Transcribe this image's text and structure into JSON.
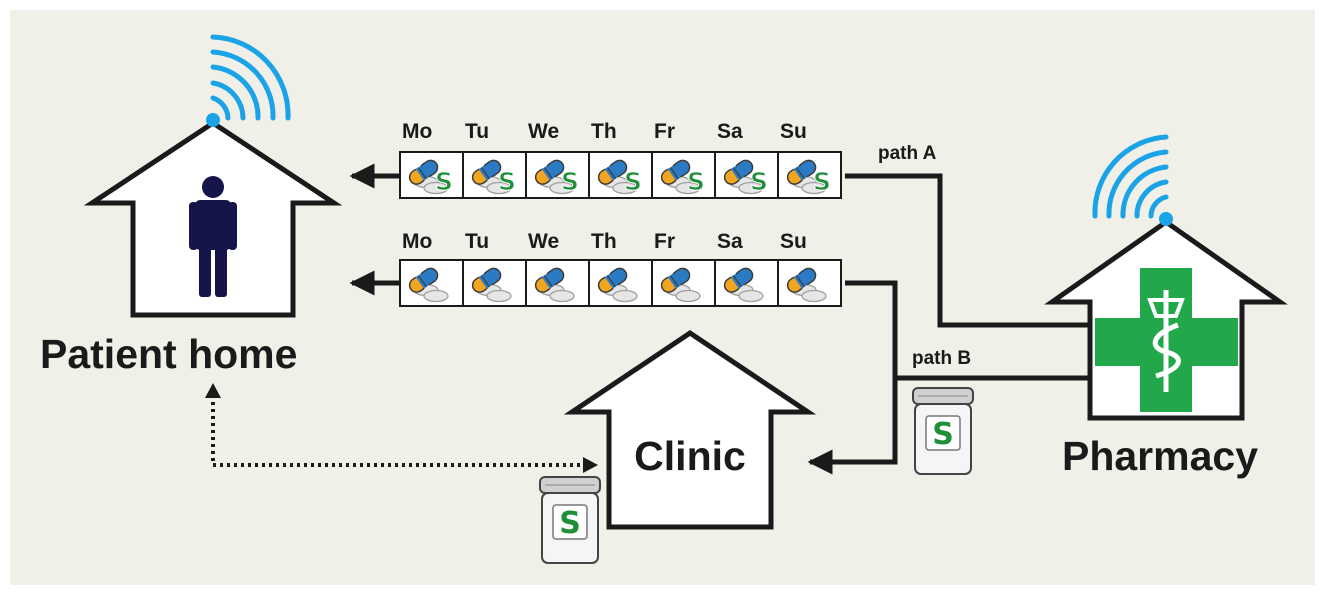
{
  "labels": {
    "patient_home": "Patient home",
    "clinic": "Clinic",
    "pharmacy": "Pharmacy",
    "path_a": "path A",
    "path_b": "path B",
    "supplement_mark": "S"
  },
  "weekdays": [
    "Mo",
    "Tu",
    "We",
    "Th",
    "Fr",
    "Sa",
    "Su"
  ],
  "pillbox_a": {
    "supplement_in_each_day": true
  },
  "pillbox_b": {
    "supplement_in_each_day": false
  },
  "colors": {
    "background": "#f0efe8",
    "line": "#1a1a1a",
    "wifi": "#1aa3e6",
    "cross": "#22a84a",
    "supplement": "#1f8f3a",
    "person": "#15154a",
    "capsule_orange": "#f2a51e",
    "capsule_blue": "#2b7bc4"
  },
  "icons": {
    "wireless": "wifi-signal-icon",
    "person": "person-icon",
    "pharmacy": "pharmacy-cross-icon",
    "bottle": "supplement-bottle-icon",
    "capsule": "capsule-icon"
  }
}
